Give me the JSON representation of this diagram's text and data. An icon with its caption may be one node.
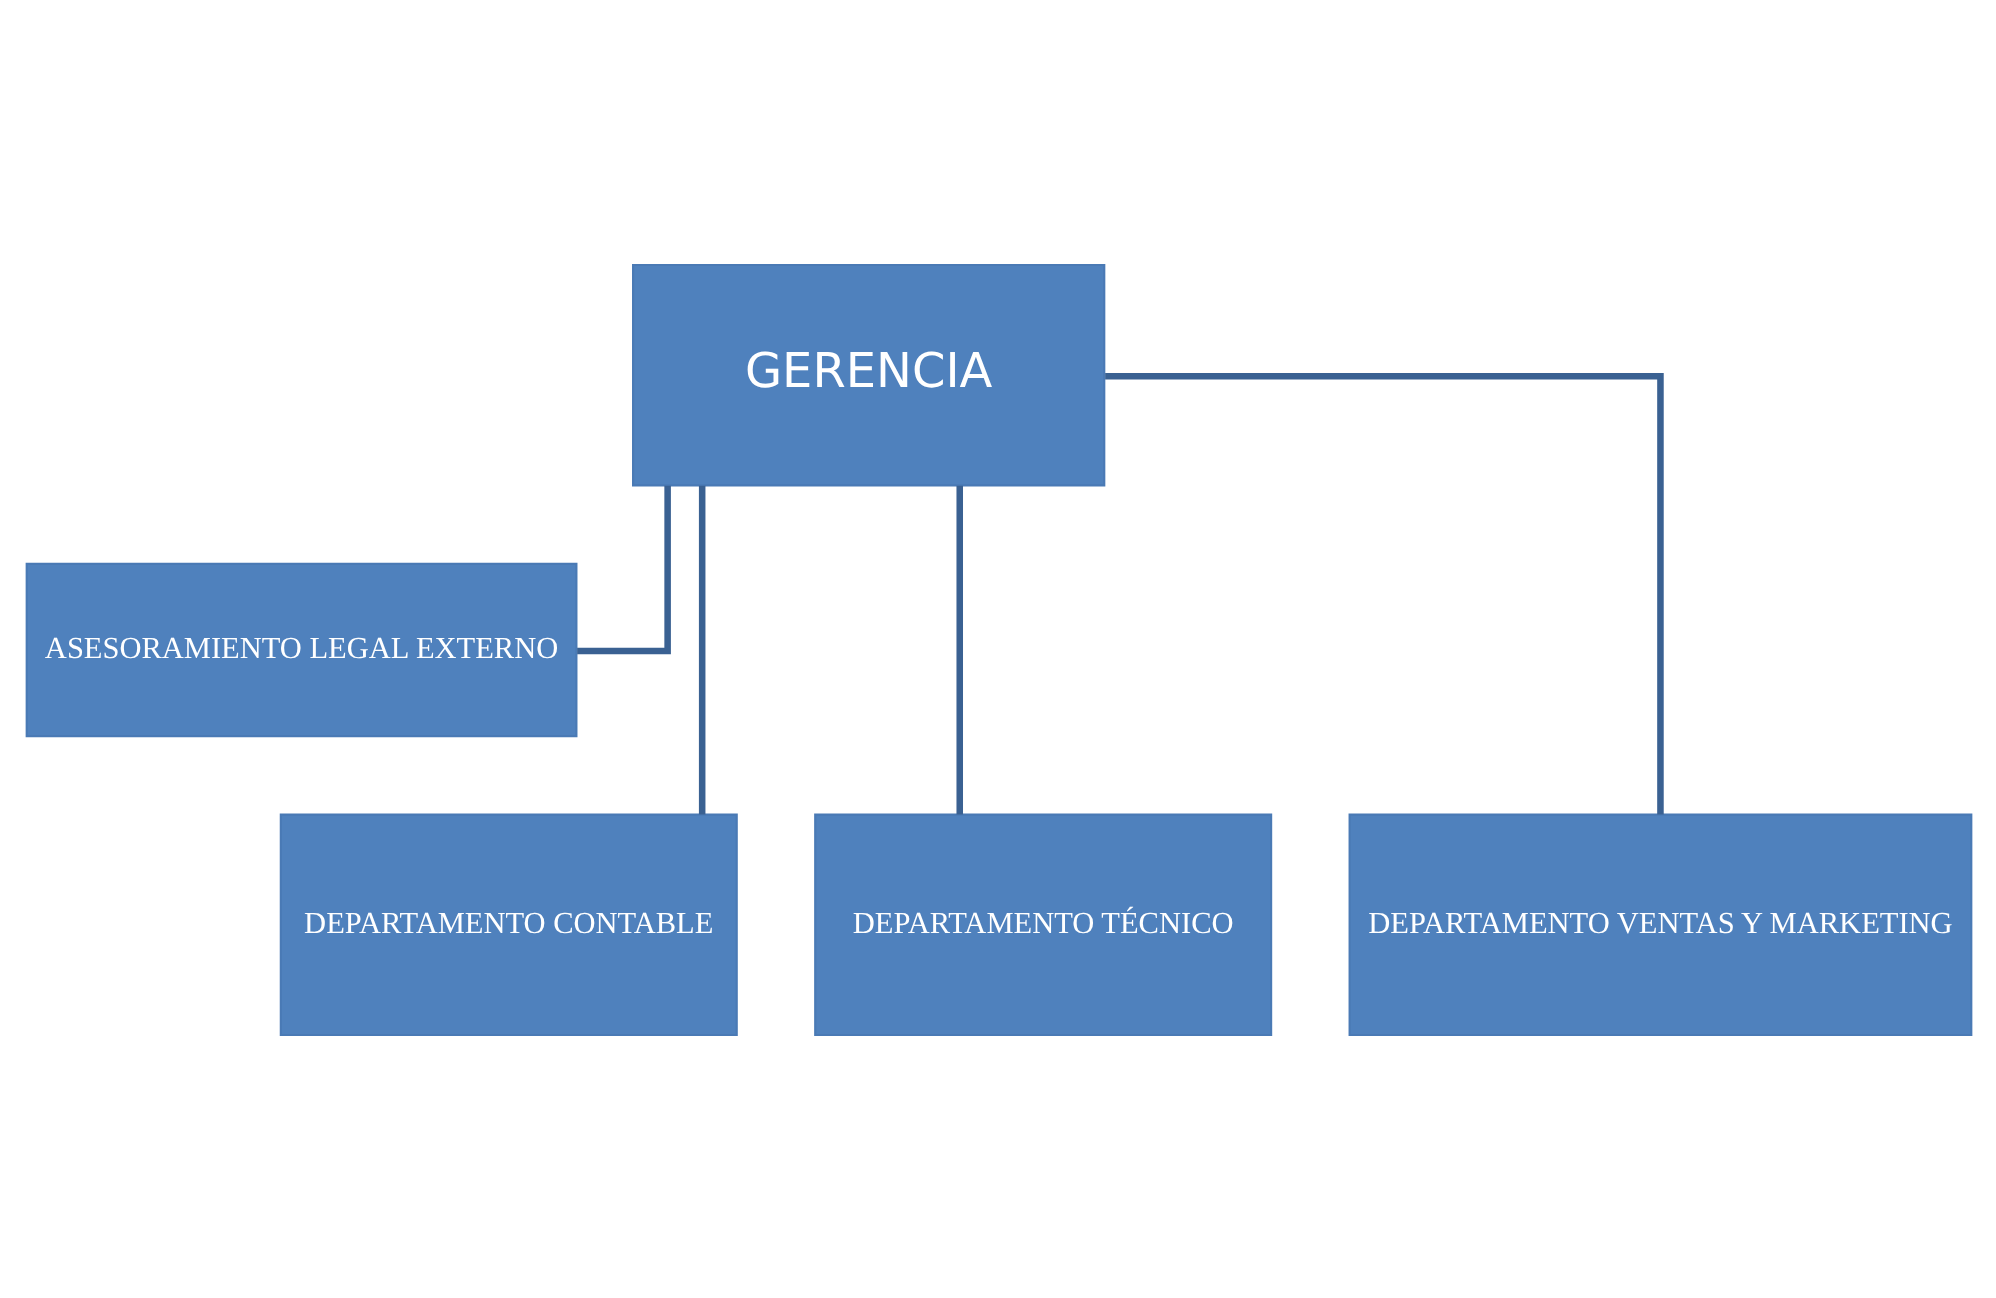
{
  "diagram": {
    "nodes": [
      {
        "text": [
          "GERENCIA"
        ]
      },
      {
        "text": [
          "ASESORAMIENTO LEGAL EXTERNO"
        ]
      },
      {
        "text": [
          "DEPARTAMENTO CONTABLE"
        ]
      },
      {
        "text": [
          "DEPARTAMENTO TÉCNICO"
        ]
      },
      {
        "text": [
          "DEPARTAMENTO VENTAS Y MARKETING"
        ]
      }
    ],
    "edges": [
      {
        "from": 0,
        "to": 1,
        "arrow": "none"
      },
      {
        "from": 0,
        "to": 2,
        "arrow": "none"
      },
      {
        "from": 0,
        "to": 3,
        "arrow": "none"
      },
      {
        "from": 0,
        "to": 4,
        "arrow": "none"
      }
    ]
  }
}
